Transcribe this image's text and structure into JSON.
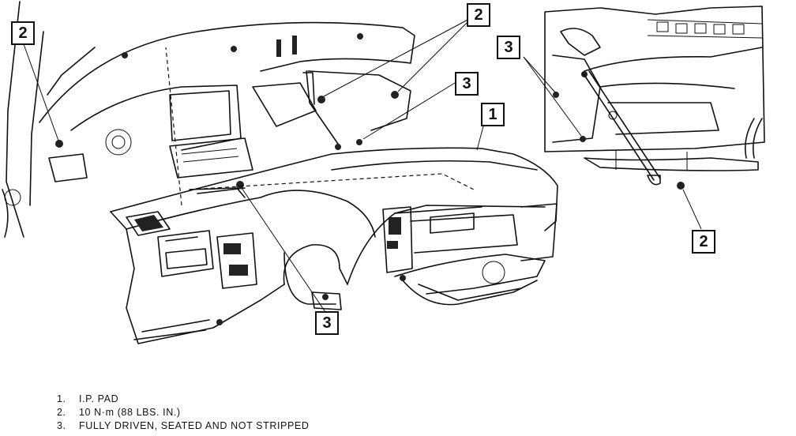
{
  "callouts": [
    {
      "id": "c1",
      "text": "2"
    },
    {
      "id": "c2",
      "text": "2"
    },
    {
      "id": "c3",
      "text": "3"
    },
    {
      "id": "c4",
      "text": "1"
    },
    {
      "id": "c5",
      "text": "3"
    },
    {
      "id": "c6",
      "text": "2"
    },
    {
      "id": "c7",
      "text": "3"
    }
  ],
  "legend": [
    {
      "num": "1.",
      "text": "I.P. PAD"
    },
    {
      "num": "2.",
      "text": "10 N·m (88 LBS. IN.)"
    },
    {
      "num": "3.",
      "text": "FULLY DRIVEN, SEATED AND NOT STRIPPED"
    }
  ]
}
